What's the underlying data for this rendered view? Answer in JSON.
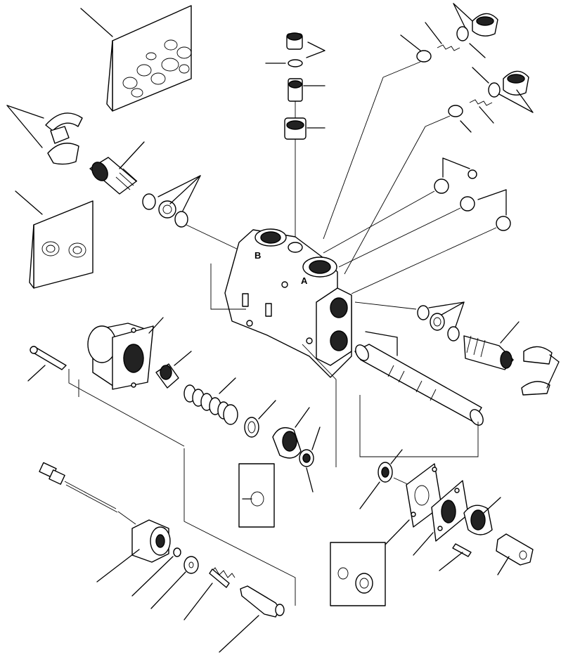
{
  "diagram": {
    "type": "exploded-parts-view",
    "port_labels": {
      "port_a": "A",
      "port_b": "B"
    },
    "line_color": "#000000",
    "background": "#ffffff"
  }
}
